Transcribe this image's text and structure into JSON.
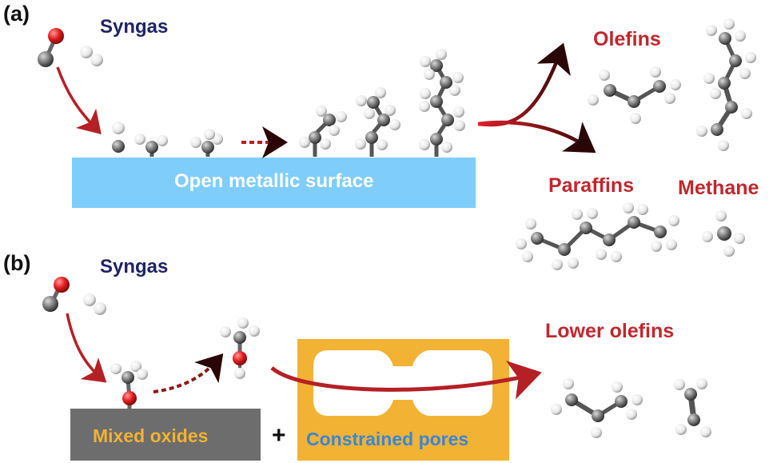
{
  "panels": {
    "a": "(a)",
    "b": "(b)"
  },
  "syngas_label": "Syngas",
  "surface_label": "Open metallic surface",
  "products": {
    "olefins": "Olefins",
    "paraffins": "Paraffins",
    "methane": "Methane",
    "lower_olefins": "Lower olefins"
  },
  "oxides_label": "Mixed oxides",
  "plus": "+",
  "pores_label": "Constrained pores",
  "colors": {
    "surface": "#7fcdfa",
    "oxides": "#6d6d6d",
    "pores": "#f2b233",
    "arrow": "#b52025",
    "carbon": "#6f6f6f",
    "hydrogen": "#f3f3f3",
    "oxygen": "#e02020"
  }
}
